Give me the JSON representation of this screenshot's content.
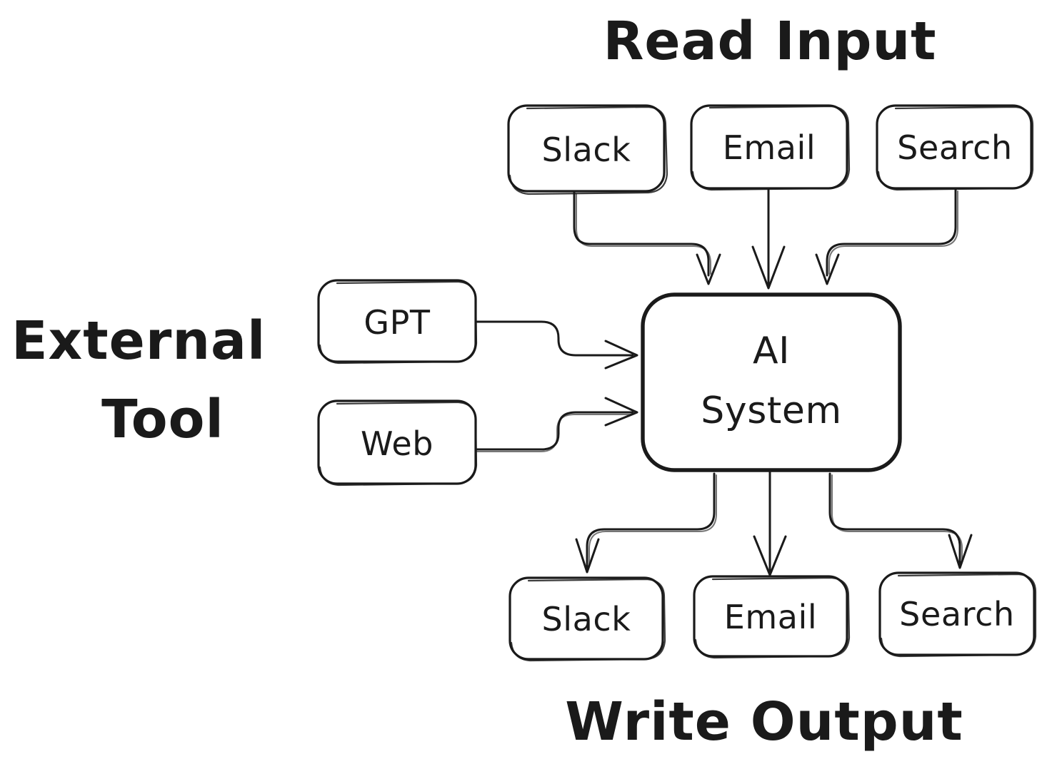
{
  "diagram": {
    "title_top": "Read Input",
    "title_bottom": "Write Output",
    "title_left_line1": "External",
    "title_left_line2": "Tool",
    "style": {
      "background": "#ffffff",
      "stroke": "#1a1a1a",
      "text": "#1a1a1a",
      "fill": "#ffffff"
    },
    "nodes": {
      "input_slack": "Slack",
      "input_email": "Email",
      "input_search": "Search",
      "tool_gpt": "GPT",
      "tool_web": "Web",
      "core_line1": "AI",
      "core_line2": "System",
      "output_slack": "Slack",
      "output_email": "Email",
      "output_search": "Search"
    },
    "edges": [
      {
        "from": "input_slack",
        "to": "core",
        "direction": "down"
      },
      {
        "from": "input_email",
        "to": "core",
        "direction": "down"
      },
      {
        "from": "input_search",
        "to": "core",
        "direction": "down"
      },
      {
        "from": "tool_gpt",
        "to": "core",
        "direction": "right"
      },
      {
        "from": "tool_web",
        "to": "core",
        "direction": "right"
      },
      {
        "from": "core",
        "to": "output_slack",
        "direction": "down"
      },
      {
        "from": "core",
        "to": "output_email",
        "direction": "down"
      },
      {
        "from": "core",
        "to": "output_search",
        "direction": "down"
      }
    ]
  }
}
